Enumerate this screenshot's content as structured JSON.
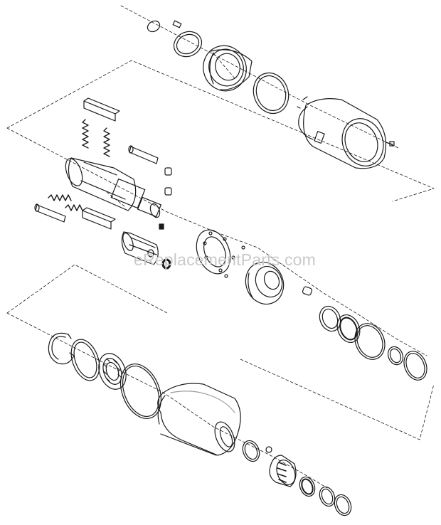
{
  "watermark": {
    "text": "eReplacementParts.com"
  },
  "colors": {
    "line": "#1a1a1a",
    "fill": "#ffffff",
    "shade": "#9a9a9a",
    "watermark": "#c9c9c9"
  },
  "parts": [
    {
      "id": "o-ring-top"
    },
    {
      "id": "pin"
    },
    {
      "id": "ring-small"
    },
    {
      "id": "front-cover"
    },
    {
      "id": "ring-large"
    },
    {
      "id": "motor-housing"
    },
    {
      "id": "hammer-frame"
    },
    {
      "id": "hammer-pins"
    },
    {
      "id": "springs"
    },
    {
      "id": "anvil"
    },
    {
      "id": "plungers"
    },
    {
      "id": "retainer-plate"
    },
    {
      "id": "cam"
    },
    {
      "id": "bearing-plate"
    },
    {
      "id": "seal-rings"
    },
    {
      "id": "snap-ring"
    },
    {
      "id": "gasket"
    },
    {
      "id": "bearing"
    },
    {
      "id": "o-ring-large"
    },
    {
      "id": "nose-housing"
    },
    {
      "id": "bushing"
    },
    {
      "id": "small-rings"
    }
  ]
}
